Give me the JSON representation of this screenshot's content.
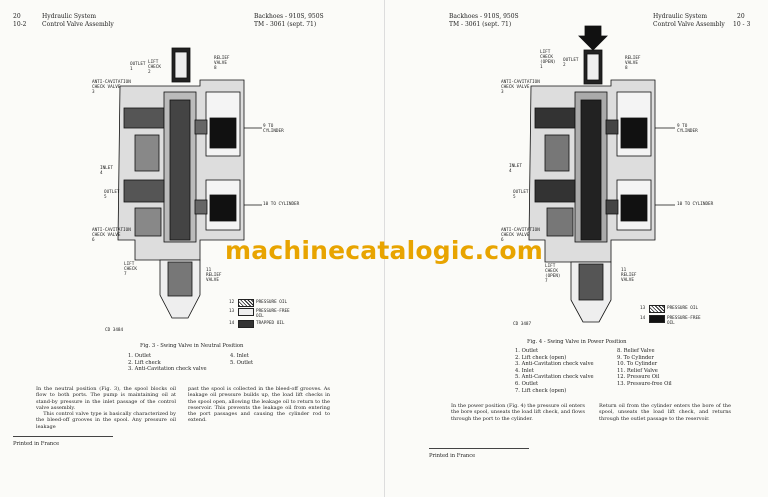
{
  "watermark": "machinecatalogic.com",
  "left_page": {
    "header": {
      "page_num": "20",
      "section_num": "10-2",
      "section": "Hydraulic System",
      "subsection": "Control Valve Assembly",
      "models": "Backhoes - 910S, 950S",
      "tm": "TM - 3061 (sept. 71)"
    },
    "labels": {
      "outlet1": "OUTLET\n1",
      "lift_check2": "LIFT\nCHECK\n2",
      "relief_valve8": "RELIEF\nVALVE\n8",
      "anticav3": "ANTI-CAVITATION\nCHECK VALVE\n3",
      "to_cylinder9": "9 TO\nCYLINDER",
      "inlet4": "INLET\n4",
      "outlet5": "OUTLET\n5",
      "to_cylinder10": "10 TO CYLINDER",
      "anticav6": "ANTI-CAVITATION\nCHECK VALVE\n6",
      "lift_check7": "LIFT\nCHECK\n7",
      "relief_valve11": "11\nRELIEF\nVALVE",
      "code": "CD 3484"
    },
    "legend": [
      {
        "num": "12",
        "label": "PRESSURE OIL"
      },
      {
        "num": "13",
        "label": "PRESSURE-FREE\nOIL"
      },
      {
        "num": "14",
        "label": "TRAPPED OIL"
      }
    ],
    "caption": "Fig. 3 - Swing Valve in Neutral Position",
    "list_left": [
      "1. Outlet",
      "2. Lift check",
      "3. Anti-Cavitation check valve"
    ],
    "list_right": [
      "4. Inlet",
      "5. Outlet"
    ],
    "body_col1": "In the neutral position (Fig. 3), the spool blocks oil flow to both ports. The pump is maintaining oil at stand-by pressure in the inlet passage of the control valve assembly.\n    This control valve type is basically characterized by the bleed-off grooves in the spool. Any pressure oil leakage",
    "body_col2": "past the spool is collected in the bleed-off grooves. As leakage oil pressure builds up, the load lift checks in the spool open, allowing the leakage oil to return to the reservoir. This prevents the leakage oil from entering the port passages and causing the cylinder rod to extend.",
    "footer": "Printed in France"
  },
  "right_page": {
    "header": {
      "models": "Backhoes - 910S, 950S",
      "tm": "TM - 3061 (sept. 71)",
      "section": "Hydraulic System",
      "subsection": "Control Valve Assembly",
      "page_num": "20",
      "section_num": "10 - 3"
    },
    "labels": {
      "lift_check": "LIFT\nCHECK\n(OPEN)\n1",
      "outlet": "OUTLET\n2",
      "relief_valve8": "RELIEF\nVALVE\n8",
      "anticav3": "ANTI-CAVITATION\nCHECK VALVE\n3",
      "to_cylinder9": "9 TO\nCYLINDER",
      "inlet4": "INLET\n4",
      "outlet5": "OUTLET\n5",
      "to_cylinder10": "10 TO CYLINDER",
      "anticav6": "ANTI-CAVITATION\nCHECK VALVE\n6",
      "lift_check7": "LIFT\nCHECK\n(OPEN)\n7",
      "relief_valve11": "11\nRELIEF\nVALVE",
      "code": "CD 3487"
    },
    "legend": [
      {
        "num": "13",
        "label": "PRESSURE OIL"
      },
      {
        "num": "14",
        "label": "PRESSURE-FREE\nOIL"
      }
    ],
    "caption": "Fig. 4 - Swing Valve in Power Position",
    "list_left": [
      "1. Outlet",
      "2. Lift check (open)",
      "3. Anti-Cavitation check valve",
      "4. Inlet",
      "5. Anti-Cavitation check valve",
      "6. Outlet",
      "7. Lift check (open)"
    ],
    "list_right": [
      "8. Relief Valve",
      "9. To Cylinder",
      "10. To Cylinder",
      "11. Relief Valve",
      "12. Pressure Oil",
      "13. Pressure-free Oil"
    ],
    "body_col1": "In the power position (Fig. 4) the pressure oil enters the bore spool, unseats the load lift check, and flows through the port to the cylinder.",
    "body_col2": "Return oil from the cylinder enters the bore of the spool, unseats the load lift check, and returns through the outlet passage to the reservoir.",
    "footer": "Printed in France"
  }
}
